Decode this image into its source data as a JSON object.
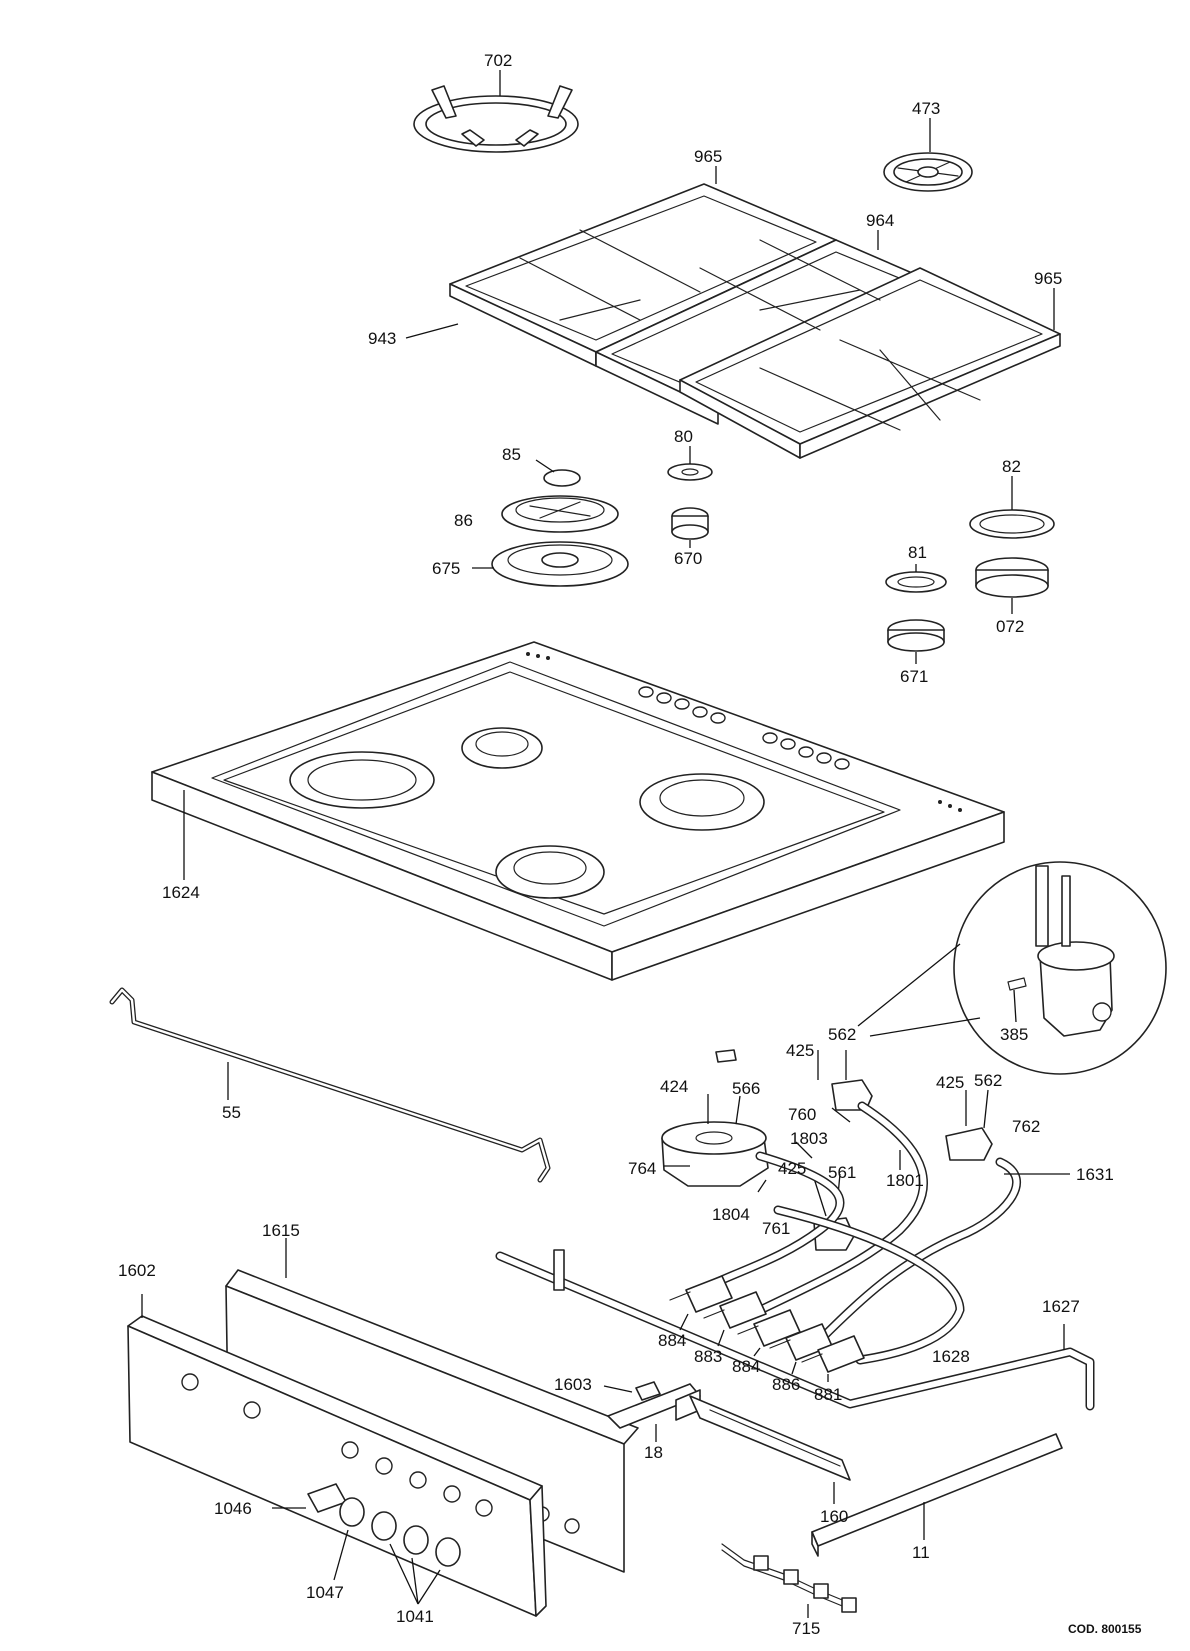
{
  "callouts": {
    "p702": "702",
    "p473": "473",
    "p965a": "965",
    "p964": "964",
    "p965b": "965",
    "p943": "943",
    "p85": "85",
    "p80": "80",
    "p82": "82",
    "p86": "86",
    "p670": "670",
    "p675": "675",
    "p81": "81",
    "p072": "072",
    "p671": "671",
    "p1624": "1624",
    "p385": "385",
    "p562a": "562",
    "p425a": "425",
    "p55": "55",
    "p424": "424",
    "p566": "566",
    "p760": "760",
    "p425b": "425",
    "p562b": "562",
    "p762": "762",
    "p1803": "1803",
    "p764": "764",
    "p425c": "425",
    "p561": "561",
    "p1801": "1801",
    "p1631": "1631",
    "p1804": "1804",
    "p761": "761",
    "p1615": "1615",
    "p1602": "1602",
    "p1627": "1627",
    "p884a": "884",
    "p883": "883",
    "p884b": "884",
    "p1628": "1628",
    "p886": "886",
    "p881": "881",
    "p1603": "1603",
    "p18": "18",
    "p160": "160",
    "p1046": "1046",
    "p11": "11",
    "p1047": "1047",
    "p1041": "1041",
    "p715": "715"
  },
  "document_code": "COD. 800155"
}
